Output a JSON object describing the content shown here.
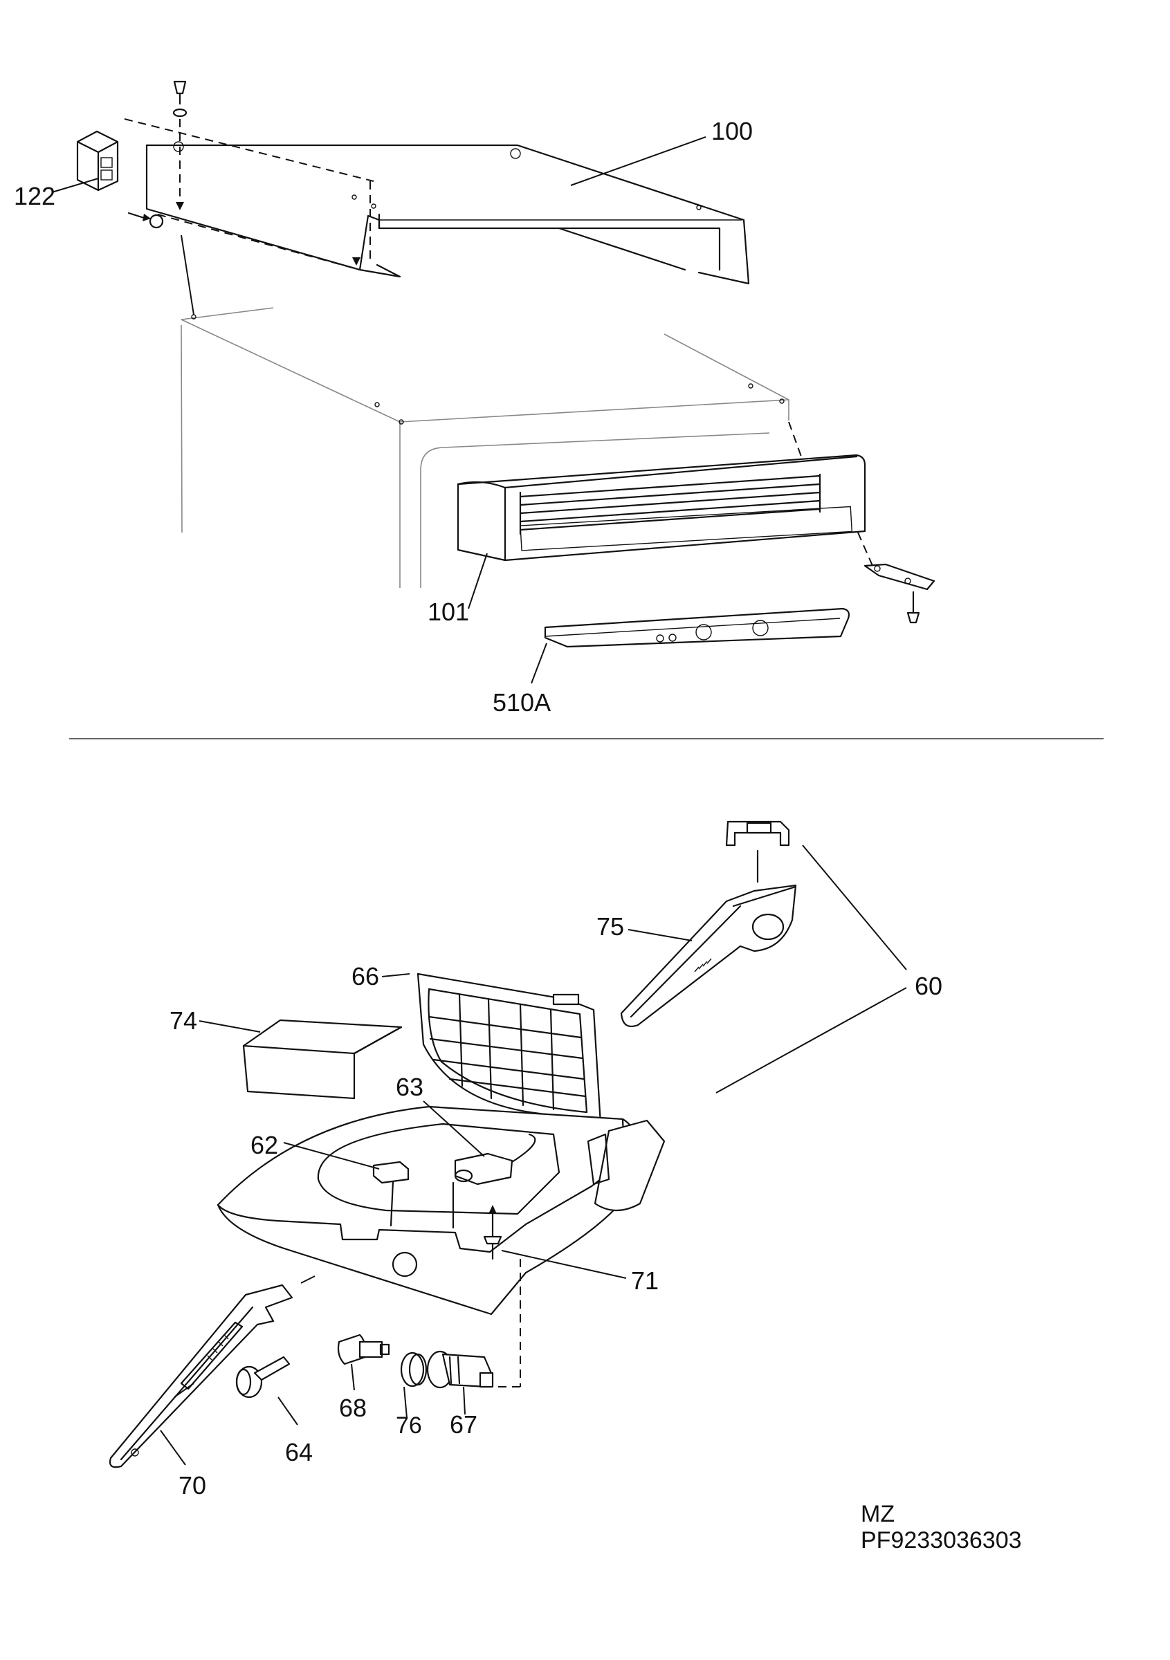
{
  "diagram": {
    "top_labels": [
      "100",
      "122",
      "101",
      "510A"
    ],
    "bottom_labels": [
      "60",
      "75",
      "66",
      "74",
      "63",
      "62",
      "71",
      "70",
      "64",
      "68",
      "76",
      "67"
    ],
    "footer": {
      "line1": "MZ",
      "line2": "PF9233036303"
    }
  }
}
